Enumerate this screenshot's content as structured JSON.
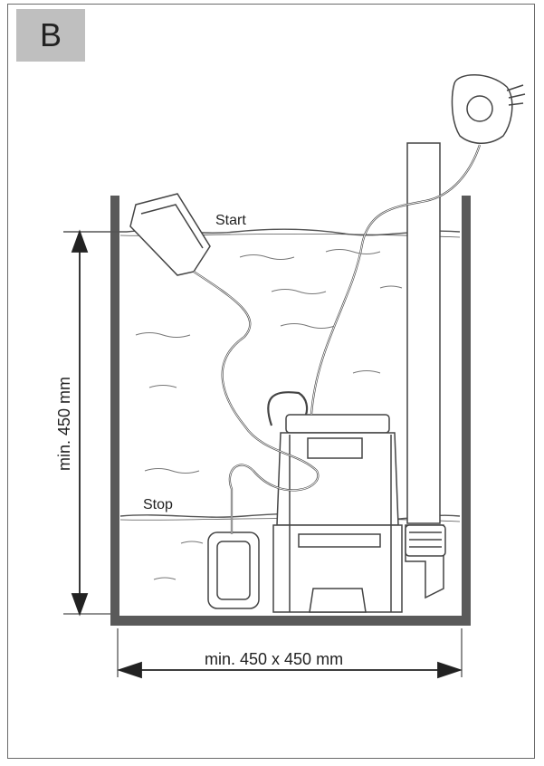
{
  "figure": {
    "badge": "B",
    "levels": {
      "start": "Start",
      "stop": "Stop"
    },
    "dimensions": {
      "height": "min. 450 mm",
      "width": "min. 450 x 450 mm"
    }
  },
  "colors": {
    "ink": "#333333",
    "wall": "#555555",
    "badge_bg": "#bfbfbf"
  }
}
